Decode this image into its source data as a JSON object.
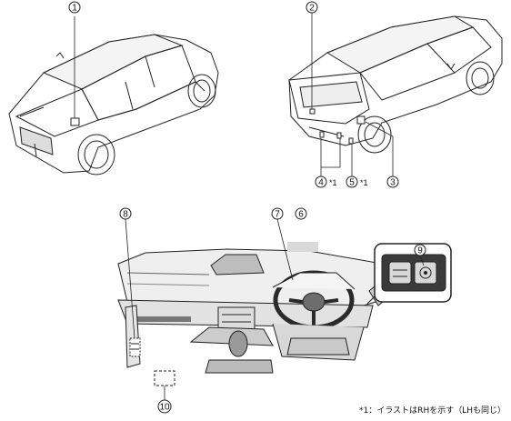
{
  "callouts": {
    "c1": {
      "label": "1"
    },
    "c2": {
      "label": "2"
    },
    "c3": {
      "label": "3"
    },
    "c4": {
      "label": "4",
      "note": "*1"
    },
    "c5": {
      "label": "5",
      "note": "*1"
    },
    "c6": {
      "label": "6"
    },
    "c7": {
      "label": "7"
    },
    "c8": {
      "label": "8"
    },
    "c9": {
      "label": "9"
    },
    "c10": {
      "label": "10"
    }
  },
  "footnote": "*1：イラストはRHを示す（LHも同じ）",
  "colors": {
    "line": "#222222",
    "shade": "#9a9a9a",
    "light_shade": "#cfcfcf",
    "panel_gray": "#d9d9d9"
  }
}
